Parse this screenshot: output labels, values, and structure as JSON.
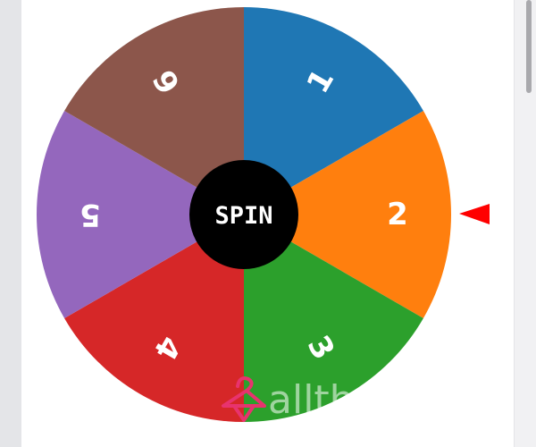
{
  "wheel": {
    "segments": [
      {
        "label": "1",
        "color": "#1f77b4"
      },
      {
        "label": "2",
        "color": "#ff7f0e"
      },
      {
        "label": "3",
        "color": "#2ca02c"
      },
      {
        "label": "4",
        "color": "#d62728"
      },
      {
        "label": "5",
        "color": "#9467bd"
      },
      {
        "label": "6",
        "color": "#8c564b"
      }
    ],
    "spin_button": {
      "label": "SPIN",
      "color": "#000000"
    },
    "pointer": {
      "icon": "pointer-triangle-icon",
      "color": "#ff0000"
    }
  },
  "watermark": {
    "text": "allth",
    "icon": "hanger-icon",
    "color": "#e8336e"
  }
}
